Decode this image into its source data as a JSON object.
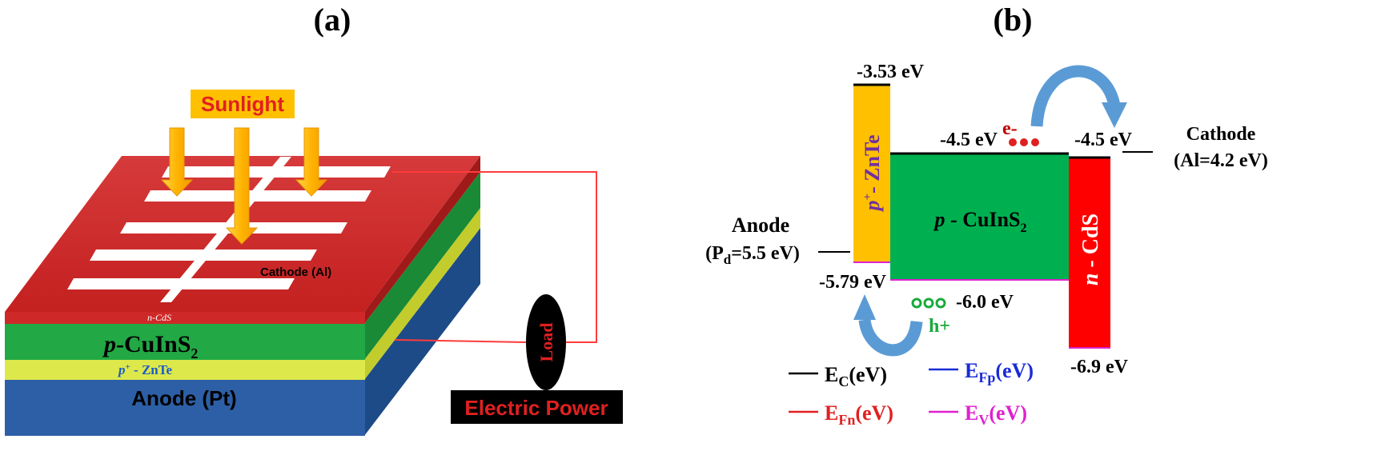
{
  "panel_a": {
    "label": "(a)",
    "sunlight": "Sunlight",
    "cathode": "Cathode (Al)",
    "ncds": "n-CdS",
    "pcuins2": {
      "prefix": "p",
      "main": "-CuInS",
      "sub": "2"
    },
    "znte": {
      "p": "p",
      "sup": "+",
      "rest": " - ZnTe"
    },
    "anode": "Anode (Pt)",
    "load": "Load",
    "electric_power": "Electric Power"
  },
  "panel_b": {
    "label": "(b)",
    "levels": {
      "znte_top": "-3.53 eV",
      "cuins_top": "-4.5 eV",
      "cds_top": "-4.5 eV",
      "znte_bottom": "-5.79 eV",
      "cuins_bottom": "-6.0 eV",
      "cds_bottom": "-6.9 eV"
    },
    "anode_title": "Anode",
    "anode_value": {
      "open": "(P",
      "sub": "d",
      "rest": "=5.5 eV)"
    },
    "cathode_title": "Cathode",
    "cathode_value": "(Al=4.2 eV)",
    "znte_layer": {
      "p": "p",
      "sup": "+",
      "rest": "- ZnTe"
    },
    "cuins_layer": {
      "p": "p",
      "mid": " - CuInS",
      "sub": "2"
    },
    "cds_layer": {
      "n": "n",
      "rest": " - CdS"
    },
    "electron": "e-",
    "hole": "h+",
    "legend": [
      {
        "main": "E",
        "sub": "C",
        "unit": "(eV)",
        "color": "#000000"
      },
      {
        "main": "E",
        "sub": "Fp",
        "unit": "(eV)",
        "color": "#1a2bd8"
      },
      {
        "main": "E",
        "sub": "Fn",
        "unit": "(eV)",
        "color": "#e02020"
      },
      {
        "main": "E",
        "sub": "V",
        "unit": "(eV)",
        "color": "#e020d0"
      }
    ]
  },
  "colors": {
    "red_layer": "#cf2828",
    "green_layer": "#22a845",
    "yellow_layer": "#dde84a",
    "blue_layer": "#2d5fa6",
    "znte_band": "#ffc000",
    "cuins_band": "#00b050",
    "cds_band": "#ff0000",
    "sun_arrow": "#ffc000",
    "curve_arrow": "#5b9bd5"
  }
}
